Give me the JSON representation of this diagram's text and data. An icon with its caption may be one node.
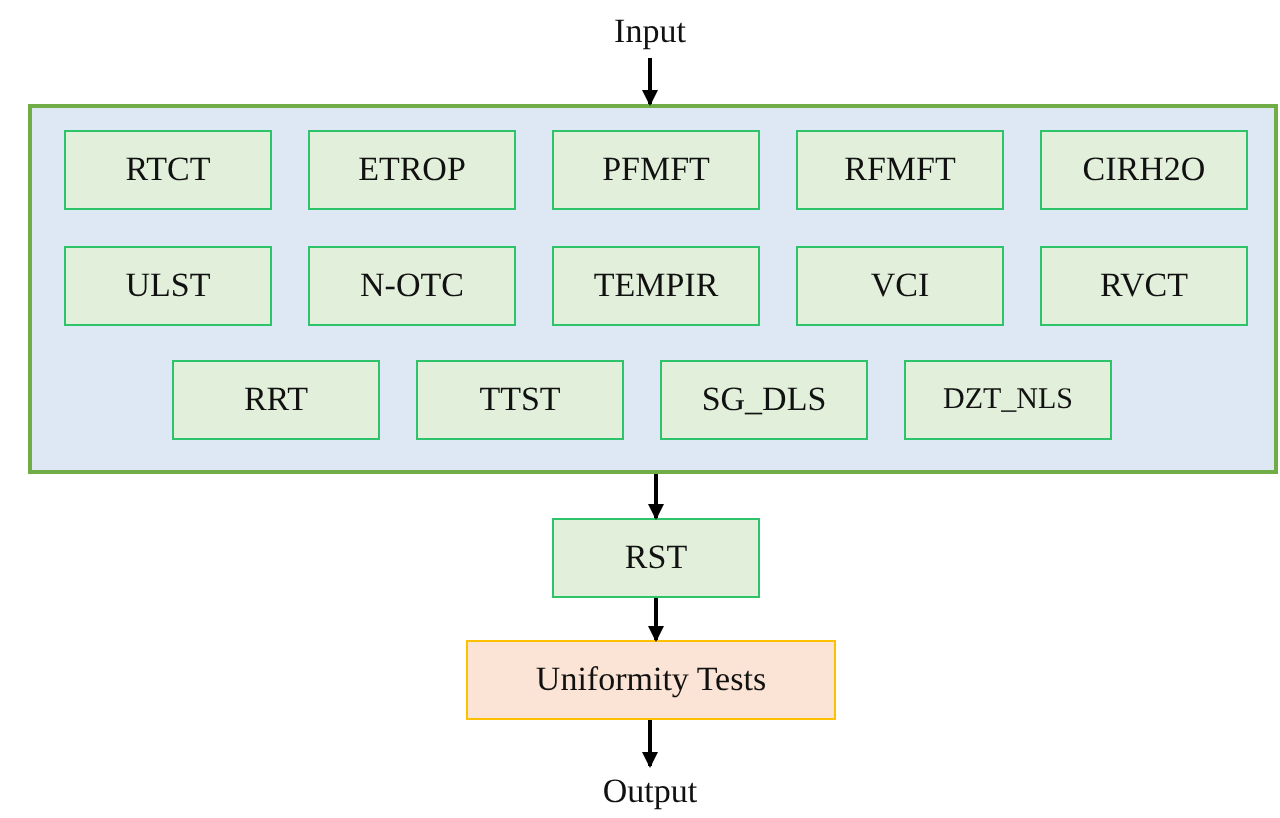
{
  "diagram": {
    "nodes": [
      {
        "text": [
          "Input"
        ]
      },
      {
        "text": [],
        "shape": "box"
      },
      {
        "text": [
          "RTCT"
        ],
        "in": 1
      },
      {
        "text": [
          "ETROP"
        ],
        "in": 1
      },
      {
        "text": [
          "PFMFT"
        ],
        "in": 1
      },
      {
        "text": [
          "RFMFT"
        ],
        "in": 1
      },
      {
        "text": [
          "CIRH2O"
        ],
        "in": 1
      },
      {
        "text": [
          "ULST"
        ],
        "in": 1
      },
      {
        "text": [
          "N-OTC"
        ],
        "in": 1
      },
      {
        "text": [
          "TEMPIR"
        ],
        "in": 1
      },
      {
        "text": [
          "VCI"
        ],
        "in": 1
      },
      {
        "text": [
          "RVCT"
        ],
        "in": 1
      },
      {
        "text": [
          "RRT"
        ],
        "in": 1
      },
      {
        "text": [
          "TTST"
        ],
        "in": 1
      },
      {
        "text": [
          "SG_DLS"
        ],
        "in": 1
      },
      {
        "text": [
          "DZT_NLS"
        ],
        "in": 1
      },
      {
        "text": [
          "RST"
        ]
      },
      {
        "text": [
          "Uniformity Tests"
        ]
      },
      {
        "text": [
          "Output"
        ]
      }
    ],
    "edges": [
      {
        "from": 0,
        "to": 1,
        "arrow": "to"
      },
      {
        "from": 1,
        "to": 16,
        "arrow": "to"
      },
      {
        "from": 16,
        "to": 17,
        "arrow": "to"
      },
      {
        "from": 17,
        "to": 18,
        "arrow": "to"
      }
    ]
  }
}
